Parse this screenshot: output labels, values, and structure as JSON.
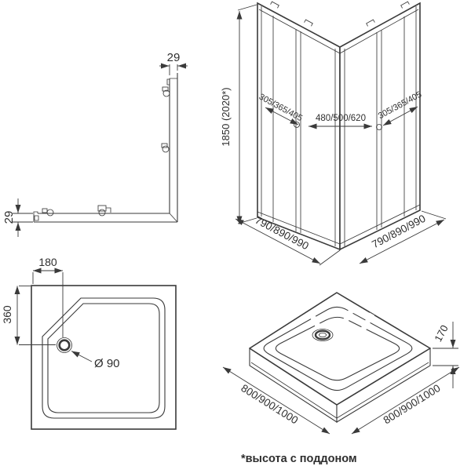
{
  "colors": {
    "line": "#3a3a3a",
    "background": "#ffffff"
  },
  "corner_profile": {
    "top_width": "29",
    "side_width": "29"
  },
  "enclosure": {
    "height": "1850 (2020*)",
    "left_panel": "305/365/405",
    "entry_width": "480/500/620",
    "right_panel": "305/365/405",
    "left_base": "790/890/990",
    "right_base": "790/890/990"
  },
  "tray_plan": {
    "drain_offset_x": "180",
    "drain_offset_y": "360",
    "drain_diameter": "Ø 90"
  },
  "tray_iso": {
    "height": "170",
    "left_base": "800/900/1000",
    "right_base": "800/900/1000"
  },
  "footnote": "*высота с поддоном"
}
